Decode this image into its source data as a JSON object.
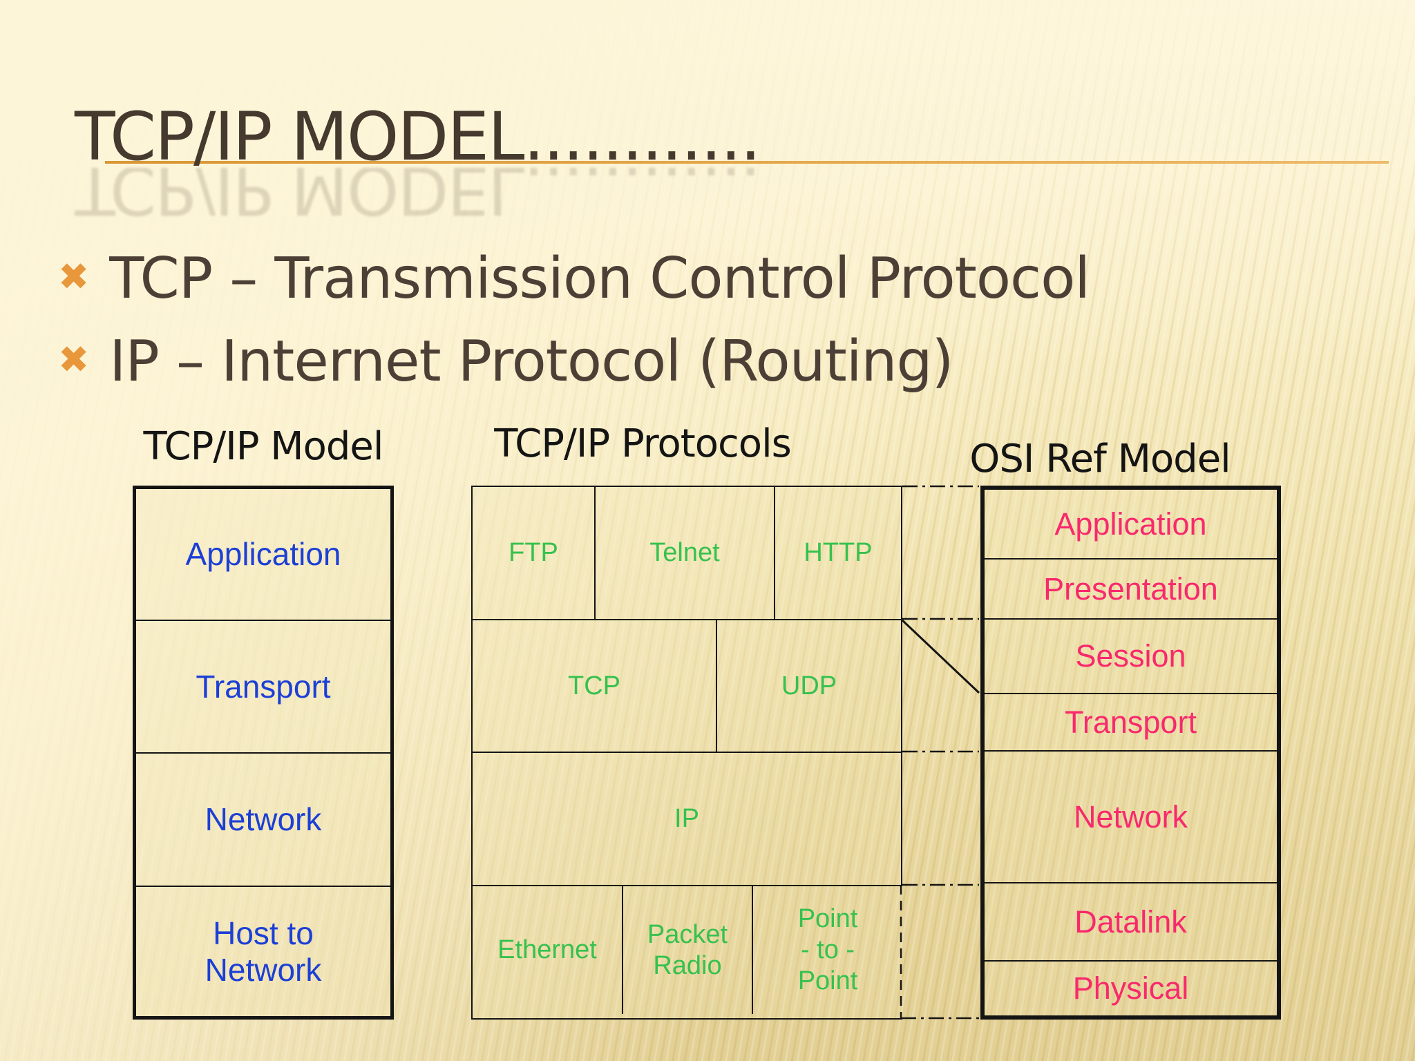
{
  "slide": {
    "title": "TCP/IP MODEL............",
    "bullets": [
      {
        "marker": "✖",
        "text": "TCP – Transmission Control Protocol"
      },
      {
        "marker": "✖",
        "text": "IP – Internet Protocol (Routing)"
      }
    ]
  },
  "diagram": {
    "tcpip_model": {
      "header": "TCP/IP Model",
      "rows": [
        "Application",
        "Transport",
        "Network",
        "Host to\nNetwork"
      ]
    },
    "tcpip_protocols": {
      "header": "TCP/IP Protocols",
      "row_application": [
        "FTP",
        "Telnet",
        "HTTP"
      ],
      "row_transport": [
        "TCP",
        "UDP"
      ],
      "row_network": [
        "IP"
      ],
      "row_host_to_network": [
        "Ethernet",
        "Packet\nRadio",
        "Point\n- to -\nPoint"
      ]
    },
    "osi_model": {
      "header": "OSI Ref Model",
      "rows": [
        "Application",
        "Presentation",
        "Session",
        "Transport",
        "Network",
        "Datalink",
        "Physical"
      ]
    }
  },
  "colors": {
    "background_top": "#fdf5d8",
    "background_bottom": "#e2cf93",
    "title_text": "#463a2f",
    "title_underline_orange": "#e0a044",
    "bullet_marker_orange": "#e8973b",
    "body_text": "#4c4036",
    "table_line": "#141414",
    "tcpip_model_text_blue": "#1c3fd6",
    "protocols_text_green": "#36c14e",
    "osi_text_pink": "#f8296c"
  }
}
